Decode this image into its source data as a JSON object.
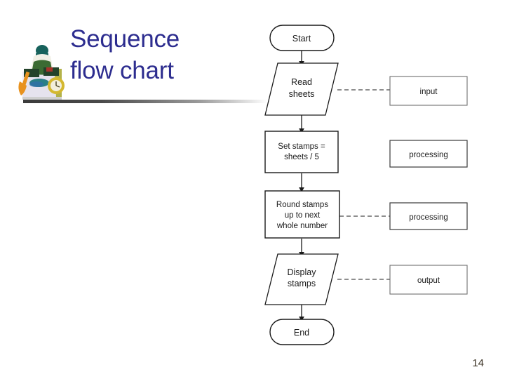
{
  "slide": {
    "title_line1": "Sequence",
    "title_line2": "flow chart",
    "title_color": "#2d2d8f",
    "page_number": "14",
    "background_color": "#ffffff"
  },
  "clipart": {
    "name": "decorative-clipart",
    "colors": [
      "#1e6b63",
      "#e8921f",
      "#d9d2b0",
      "#c9c25a",
      "#efe9f2"
    ]
  },
  "flowchart": {
    "shape_stroke": "#1a1a1a",
    "shape_fill": "#ffffff",
    "connector_color": "#1a1a1a",
    "annotation_connector_style": "dashed",
    "nodes": [
      {
        "id": "start",
        "type": "terminator",
        "label": "Start",
        "label_lines": [
          "Start"
        ]
      },
      {
        "id": "read",
        "type": "input-output",
        "label": "Read sheets",
        "label_lines": [
          "Read",
          "sheets"
        ]
      },
      {
        "id": "setstamps",
        "type": "process",
        "label": "Set stamps = sheets / 5",
        "label_lines": [
          "Set stamps =",
          "sheets / 5"
        ]
      },
      {
        "id": "round",
        "type": "process",
        "label": "Round stamps up to next whole number",
        "label_lines": [
          "Round stamps",
          "up to next",
          "whole number"
        ]
      },
      {
        "id": "display",
        "type": "input-output",
        "label": "Display stamps",
        "label_lines": [
          "Display",
          "stamps"
        ]
      },
      {
        "id": "end",
        "type": "terminator",
        "label": "End",
        "label_lines": [
          "End"
        ]
      }
    ],
    "annotations": [
      {
        "id": "ann-input",
        "label": "input",
        "linked_node": "read",
        "has_connector": true
      },
      {
        "id": "ann-processing-1",
        "label": "processing",
        "linked_node": "setstamps",
        "has_connector": false
      },
      {
        "id": "ann-processing-2",
        "label": "processing",
        "linked_node": "round",
        "has_connector": true
      },
      {
        "id": "ann-output",
        "label": "output",
        "linked_node": "display",
        "has_connector": true
      }
    ]
  }
}
